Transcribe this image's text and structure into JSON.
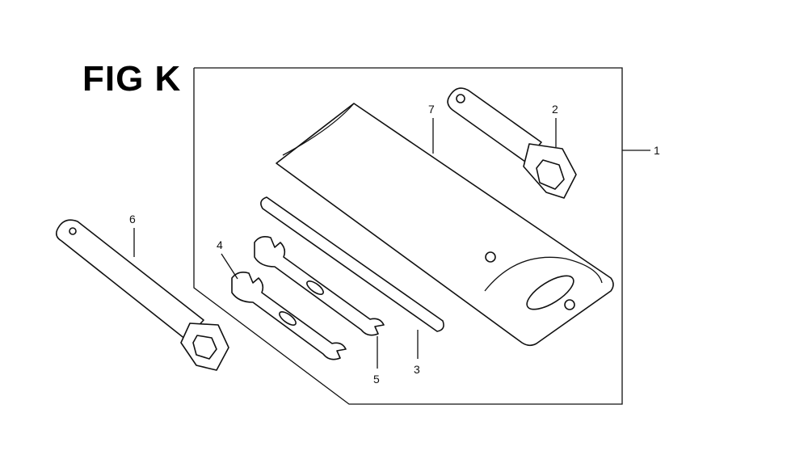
{
  "figure": {
    "title": "FIG K"
  },
  "callouts": [
    "1",
    "2",
    "3",
    "4",
    "5",
    "6",
    "7"
  ]
}
